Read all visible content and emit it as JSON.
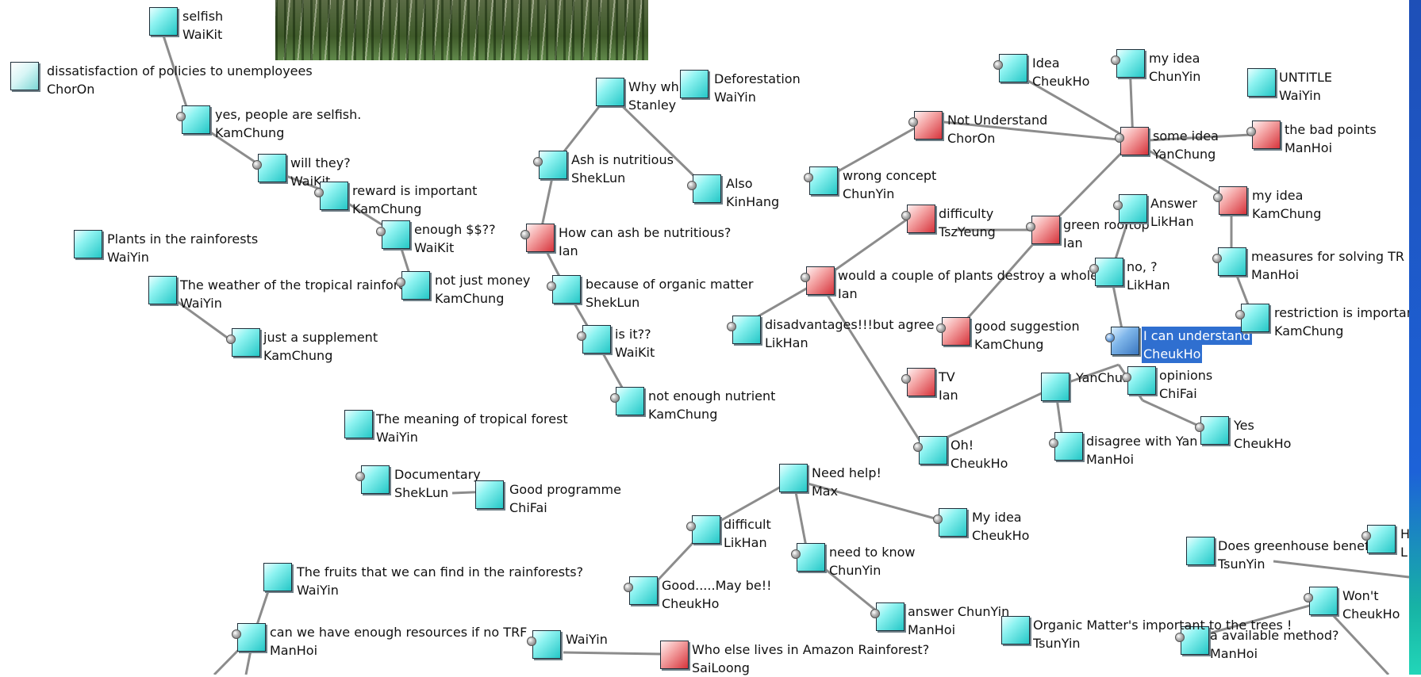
{
  "window": {
    "accent": "#2f6fd0",
    "box_colors": {
      "teal": "#2ccfcd",
      "red": "#d6333b",
      "blue": "#3a77c0"
    }
  },
  "notes": [
    {
      "id": "n1",
      "color": "teal",
      "title": "selfish",
      "author": "WaiKit"
    },
    {
      "id": "n2",
      "color": "grey",
      "title": "dissatisfaction of policies to unemployees",
      "author": "ChorOn"
    },
    {
      "id": "n3",
      "color": "teal",
      "title": "yes, people are selfish.",
      "author": "KamChung"
    },
    {
      "id": "n4",
      "color": "teal",
      "title": "will they?",
      "author": "WaiKit"
    },
    {
      "id": "n5",
      "color": "teal",
      "title": "reward is important",
      "author": "KamChung"
    },
    {
      "id": "n6",
      "color": "teal",
      "title": "enough $$??",
      "author": "WaiKit"
    },
    {
      "id": "n7",
      "color": "teal",
      "title": "Plants in the rainforests",
      "author": "WaiYin"
    },
    {
      "id": "n8",
      "color": "teal",
      "title": "The weather of the tropical rainfore",
      "author": "WaiYin"
    },
    {
      "id": "n9",
      "color": "teal",
      "title": "not just money",
      "author": "KamChung"
    },
    {
      "id": "n10",
      "color": "teal",
      "title": "just a supplement",
      "author": "KamChung"
    },
    {
      "id": "n11",
      "color": "teal",
      "title": "The meaning of tropical forest",
      "author": "WaiYin"
    },
    {
      "id": "n12",
      "color": "teal",
      "title": "Documentary",
      "author": "ShekLun"
    },
    {
      "id": "n13",
      "color": "teal",
      "title": "Good programme",
      "author": "ChiFai"
    },
    {
      "id": "n14",
      "color": "teal",
      "title": "The  fruits that we can find in the rainforests?",
      "author": "WaiYin"
    },
    {
      "id": "n15",
      "color": "teal",
      "title": "can we have enough resources if no TRF",
      "author": "ManHoi"
    },
    {
      "id": "n16",
      "color": "teal",
      "title": "",
      "author": "WaiYin"
    },
    {
      "id": "n17",
      "color": "red",
      "title": "Who else lives in Amazon Rainforest?",
      "author": "SaiLoong"
    },
    {
      "id": "n18",
      "color": "teal",
      "title": "Why wh",
      "author": "Stanley"
    },
    {
      "id": "n19",
      "color": "teal",
      "title": "Deforestation",
      "author": "WaiYin"
    },
    {
      "id": "n20",
      "color": "teal",
      "title": "Ash is nutritious",
      "author": "ShekLun"
    },
    {
      "id": "n21",
      "color": "teal",
      "title": "Also",
      "author": "KinHang"
    },
    {
      "id": "n22",
      "color": "red",
      "title": "How can ash be nutritious?",
      "author": "Ian"
    },
    {
      "id": "n23",
      "color": "teal",
      "title": "because of organic matter",
      "author": "ShekLun"
    },
    {
      "id": "n24",
      "color": "teal",
      "title": "is it??",
      "author": "WaiKit"
    },
    {
      "id": "n25",
      "color": "teal",
      "title": "not enough nutrient",
      "author": "KamChung"
    },
    {
      "id": "n26",
      "color": "teal",
      "title": "Need help!",
      "author": "Max"
    },
    {
      "id": "n27",
      "color": "teal",
      "title": "difficult",
      "author": "LikHan"
    },
    {
      "id": "n28",
      "color": "teal",
      "title": "My idea",
      "author": "CheukHo"
    },
    {
      "id": "n29",
      "color": "teal",
      "title": "need to know",
      "author": "ChunYin"
    },
    {
      "id": "n30",
      "color": "teal",
      "title": "Good.....May be!!",
      "author": "CheukHo"
    },
    {
      "id": "n31",
      "color": "teal",
      "title": "answer ChunYin",
      "author": "ManHoi"
    },
    {
      "id": "n32",
      "color": "teal",
      "title": "Idea",
      "author": "CheukHo"
    },
    {
      "id": "n33",
      "color": "teal",
      "title": "my idea",
      "author": "ChunYin"
    },
    {
      "id": "n34",
      "color": "teal",
      "title": "UNTITLE",
      "author": "WaiYin"
    },
    {
      "id": "n35",
      "color": "red",
      "title": "Not Understand",
      "author": "ChorOn"
    },
    {
      "id": "n36",
      "color": "red",
      "title": "some idea",
      "author": "YanChung"
    },
    {
      "id": "n37",
      "color": "red",
      "title": "the bad points",
      "author": "ManHoi"
    },
    {
      "id": "n38",
      "color": "teal",
      "title": "wrong concept",
      "author": "ChunYin"
    },
    {
      "id": "n39",
      "color": "red",
      "title": "difficulty",
      "author": "TszYeung"
    },
    {
      "id": "n40",
      "color": "red",
      "title": "green rooftop",
      "author": "Ian"
    },
    {
      "id": "n41",
      "color": "teal",
      "title": "Answer",
      "author": "LikHan"
    },
    {
      "id": "n42",
      "color": "red",
      "title": "my idea",
      "author": "KamChung"
    },
    {
      "id": "n43",
      "color": "red",
      "title": "would a couple of plants destroy a whole",
      "author": "Ian"
    },
    {
      "id": "n44",
      "color": "teal",
      "title": "no,    ?",
      "author": "LikHan"
    },
    {
      "id": "n45",
      "color": "teal",
      "title": "measures for solving TR",
      "author": "ManHoi"
    },
    {
      "id": "n46",
      "color": "teal",
      "title": "disadvantages!!!but agree",
      "author": "LikHan"
    },
    {
      "id": "n47",
      "color": "red",
      "title": "good suggestion",
      "author": "KamChung"
    },
    {
      "id": "n48",
      "color": "blue",
      "title": "I can understand",
      "author": "CheukHo",
      "selected": true
    },
    {
      "id": "n49",
      "color": "teal",
      "title": "restriction is importan",
      "author": "KamChung"
    },
    {
      "id": "n50",
      "color": "red",
      "title": "TV",
      "author": "Ian"
    },
    {
      "id": "n51",
      "color": "teal",
      "title": "",
      "author": "YanChung"
    },
    {
      "id": "n52",
      "color": "teal",
      "title": "opinions",
      "author": "ChiFai"
    },
    {
      "id": "n53",
      "color": "teal",
      "title": "Oh!",
      "author": "CheukHo"
    },
    {
      "id": "n54",
      "color": "teal",
      "title": "disagree with  Yan",
      "author": "ManHoi"
    },
    {
      "id": "n55",
      "color": "teal",
      "title": "Yes",
      "author": "CheukHo"
    },
    {
      "id": "n56",
      "color": "teal",
      "title": "Does greenhouse benef",
      "author": "TsunYin"
    },
    {
      "id": "n57",
      "color": "teal",
      "title": "H",
      "author": "L"
    },
    {
      "id": "n58",
      "color": "teal",
      "title": "Won't",
      "author": "CheukHo"
    },
    {
      "id": "n59",
      "color": "teal",
      "title": "Organic Matter's important to the trees !",
      "author": "TsunYin"
    },
    {
      "id": "n60",
      "color": "teal",
      "title": "a available method?",
      "author": "ManHoi"
    }
  ]
}
